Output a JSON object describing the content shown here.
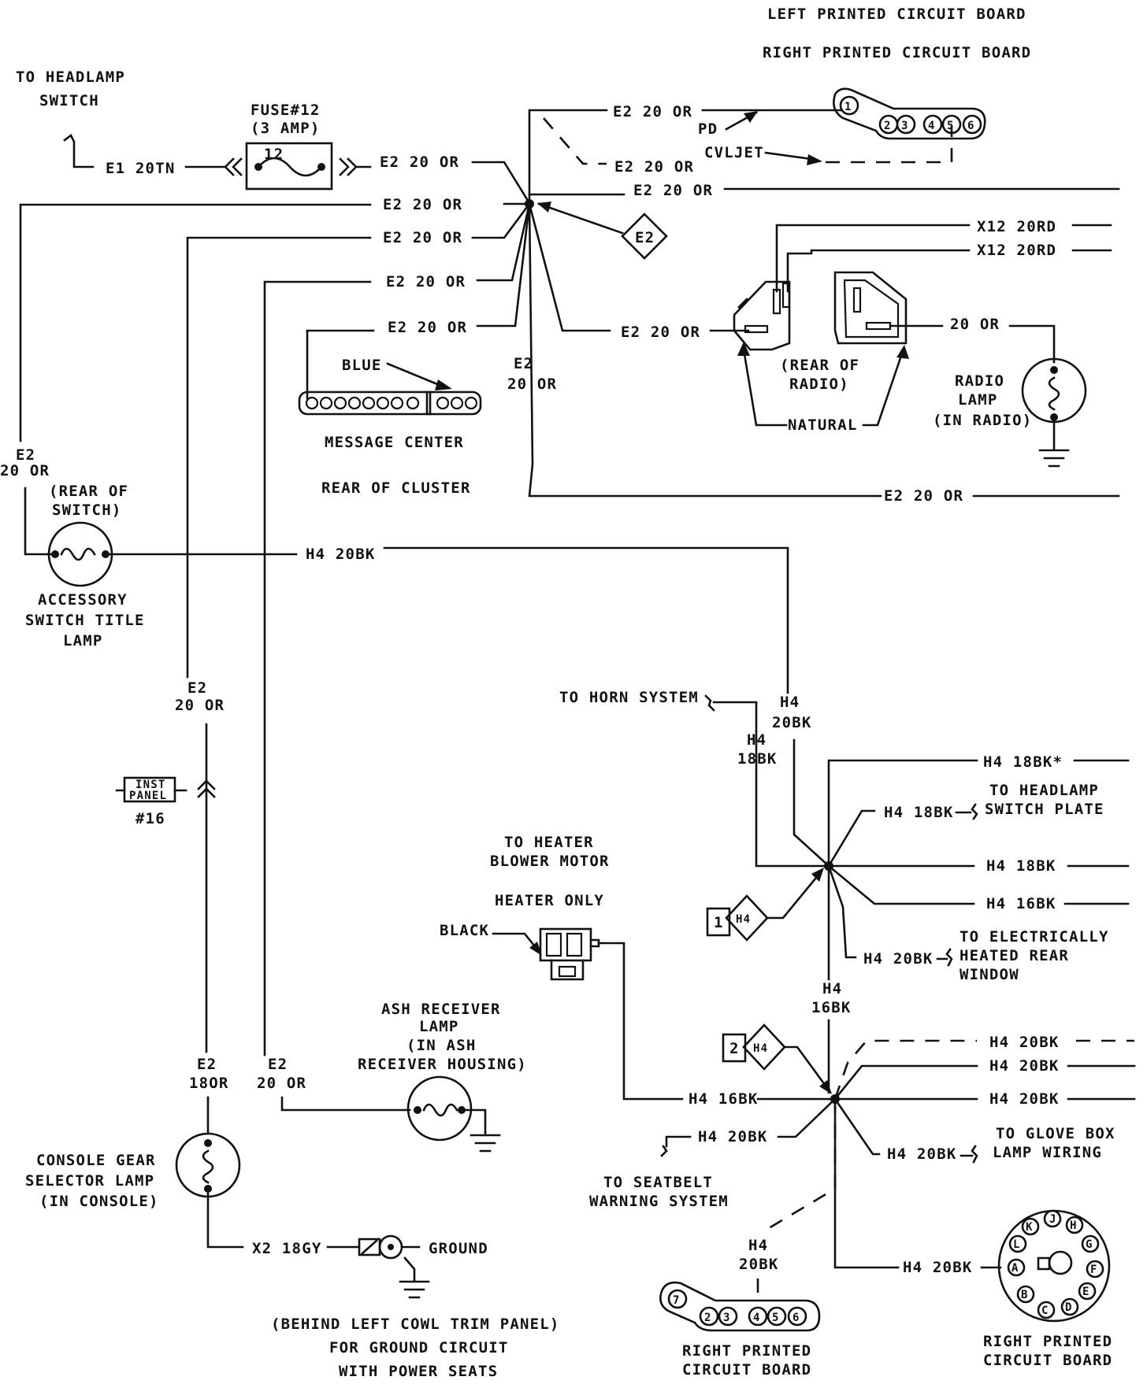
{
  "labels": {
    "left_pcb_top": "LEFT PRINTED CIRCUIT BOARD",
    "right_pcb_top": "RIGHT PRINTED CIRCUIT BOARD",
    "to_headlamp_switch": [
      "TO HEADLAMP",
      "SWITCH"
    ],
    "fuse": [
      "FUSE#12",
      "(3 AMP)"
    ],
    "fuse_number": "12",
    "e1_20tn": "E1 20TN",
    "e2_20or": "E2 20 OR",
    "e2_stack": [
      "E2",
      "20 OR"
    ],
    "e2_18or": [
      "E2",
      "18OR"
    ],
    "e2_diamond": "E2",
    "pd": "PD",
    "cvljet": "CVLJET",
    "x12_20rd": "X12 20RD",
    "twenty_or": "20 OR",
    "blue": "BLUE",
    "natural": "NATURAL",
    "rear_of_radio": [
      "(REAR OF",
      "RADIO)"
    ],
    "radio_lamp": [
      "RADIO",
      "LAMP",
      "(IN RADIO)"
    ],
    "message_center": "MESSAGE CENTER",
    "rear_of_cluster": "REAR OF CLUSTER",
    "rear_of_switch": [
      "(REAR OF",
      "SWITCH)"
    ],
    "accessory_lamp": [
      "ACCESSORY",
      "SWITCH TITLE",
      "LAMP"
    ],
    "h4_20bk": "H4 20BK",
    "h4_18bk": "H4 18BK",
    "h4_18bk_star": "H4 18BK*",
    "h4_16bk": "H4 16BK",
    "h4_stack_20bk": [
      "H4",
      "20BK"
    ],
    "h4_stack_18bk": [
      "H4",
      "18BK"
    ],
    "h4_stack_16bk": [
      "H4",
      "16BK"
    ],
    "to_horn": "TO HORN SYSTEM",
    "to_headlamp_plate": [
      "TO HEADLAMP",
      "SWITCH PLATE"
    ],
    "to_heater": [
      "TO HEATER",
      "BLOWER MOTOR"
    ],
    "heater_only": "HEATER ONLY",
    "black": "BLACK",
    "to_rear_window": [
      "TO ELECTRICALLY",
      "HEATED REAR",
      "WINDOW"
    ],
    "inst_panel": [
      "INST",
      "PANEL"
    ],
    "inst_panel_num": "#16",
    "ash_lamp": [
      "ASH RECEIVER",
      "LAMP",
      "(IN ASH",
      "RECEIVER HOUSING)"
    ],
    "console_lamp": [
      "CONSOLE GEAR",
      "SELECTOR LAMP",
      "(IN CONSOLE)"
    ],
    "x2_18gy": "X2 18GY",
    "ground": "GROUND",
    "behind_panel": [
      "(BEHIND LEFT COWL TRIM PANEL)",
      "FOR GROUND CIRCUIT",
      "WITH POWER SEATS"
    ],
    "to_seatbelt": [
      "TO SEATBELT",
      "WARNING SYSTEM"
    ],
    "to_glove_box": [
      "TO GLOVE BOX",
      "LAMP WIRING"
    ],
    "right_pcb_bottom": [
      "RIGHT PRINTED",
      "CIRCUIT BOARD"
    ],
    "diamond_h4": "H4",
    "diamond_num_1": "1",
    "diamond_num_2": "2",
    "pcb_pins": [
      "1",
      "2",
      "3",
      "4",
      "5",
      "6"
    ],
    "pcb_pins_bottom": [
      "7",
      "2",
      "3",
      "4",
      "5",
      "6"
    ],
    "round_conn_pins": [
      "A",
      "B",
      "C",
      "D",
      "E",
      "F",
      "G",
      "H",
      "J",
      "K",
      "L"
    ]
  }
}
